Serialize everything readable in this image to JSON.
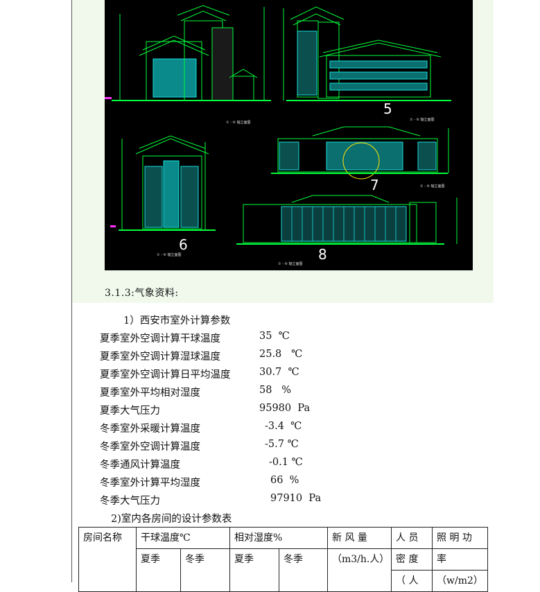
{
  "drawing": {
    "labels": [
      "5",
      "6",
      "7",
      "8"
    ],
    "caption": "① - ⑥ 轴立面图"
  },
  "section_title": "3.1.3:气象资料:",
  "subheading1": "1）西安市室外计算参数",
  "params": [
    {
      "label": "夏季室外空调计算干球温度",
      "value": "35  ℃"
    },
    {
      "label": "夏季室外空调计算湿球温度",
      "value": "25.8   ℃"
    },
    {
      "label": "夏季室外空调计算日平均温度",
      "value": "30.7  ℃"
    },
    {
      "label": "夏季室外平均相对湿度",
      "value": "58   %"
    },
    {
      "label": "夏季大气压力",
      "value": "95980  Pa"
    },
    {
      "label": "冬季室外采暖计算温度",
      "value": "-3.4  ℃"
    },
    {
      "label": "冬季室外空调计算温度",
      "value": "-5.7 ℃"
    },
    {
      "label": "冬季通风计算温度",
      "value": "-0.1 ℃"
    },
    {
      "label": "冬季室外计算平均湿度",
      "value": "66  %"
    },
    {
      "label": "冬季大气压力",
      "value": "97910  Pa"
    }
  ],
  "subheading2": "2)室内各房间的设计参数表",
  "table": {
    "room_name": "房间名称",
    "dry_bulb": "干球温度℃",
    "humidity": "相对湿度%",
    "fresh_air": "新 风 量",
    "fresh_air_unit": "（m3/h.人）",
    "people_1": "人 员",
    "people_2": "密 度",
    "people_3": "（ 人",
    "light_1": "照 明 功",
    "light_2": "率",
    "light_3": "（w/m2）",
    "summer": "夏季",
    "winter": "冬季"
  }
}
